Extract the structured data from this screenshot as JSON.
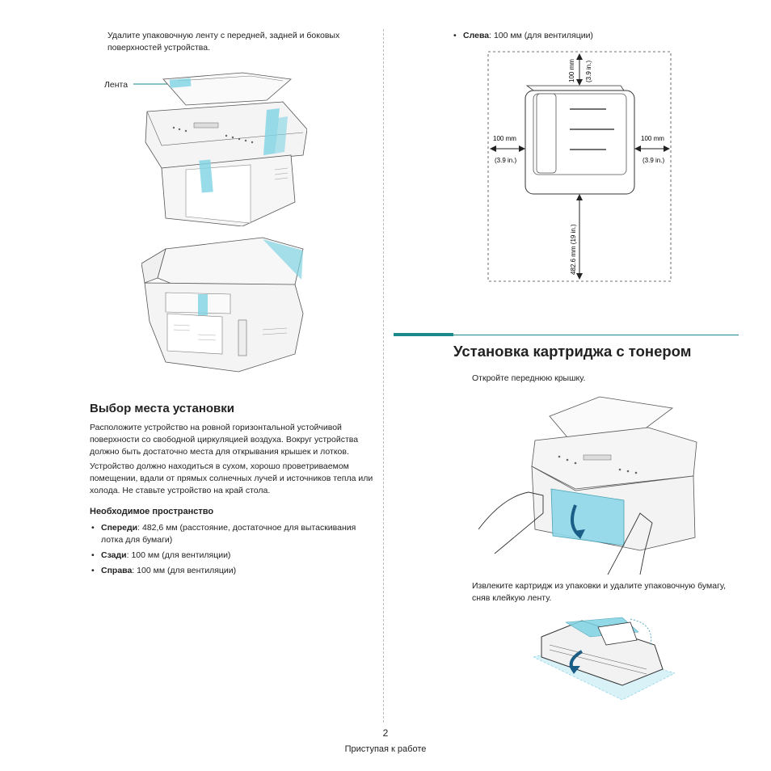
{
  "left": {
    "intro_text": "Удалите упаковочную ленту с передней, задней и боковых поверхностей устройства.",
    "tape_label": "Лента",
    "location_heading": "Выбор места установки",
    "location_para1": "Расположите устройство на ровной горизонтальной устойчивой поверхности со свободной циркуляцией воздуха. Вокруг устройства должно быть достаточно места для открывания крышек и лотков.",
    "location_para2": "Устройство должно находиться в сухом, хорошо проветриваемом помещении, вдали от прямых солнечных лучей и источников тепла или холода. Не ставьте устройство на край стола.",
    "space_heading": "Необходимое пространство",
    "bullets": [
      {
        "term": "Спереди",
        "text": ": 482,6 мм (расстояние, достаточное для вытаскивания лотка для бумаги)"
      },
      {
        "term": "Сзади",
        "text": ": 100 мм (для вентиляции)"
      },
      {
        "term": "Справа",
        "text": ": 100 мм (для вентиляции)"
      }
    ]
  },
  "right": {
    "bullet_left": {
      "term": "Слева",
      "text": ": 100 мм (для вентиляции)"
    },
    "diagram": {
      "top_mm": "100 mm",
      "top_in": "(3.9 in.)",
      "left_mm": "100 mm",
      "left_in": "(3.9 in.)",
      "right_mm": "100 mm",
      "right_in": "(3.9 in.)",
      "front": "482.6 mm (19 in.)"
    },
    "cartridge_heading": "Установка картриджа с тонером",
    "step1": "Откройте переднюю крышку.",
    "step2": "Извлеките картридж из упаковки и удалите упаковочную бумагу, сняв клейкую ленту."
  },
  "footer": {
    "page_number": "2",
    "section_title": "Приступая к работе"
  },
  "colors": {
    "accent": "#1a8a8a",
    "tape": "#7fd3e3"
  }
}
